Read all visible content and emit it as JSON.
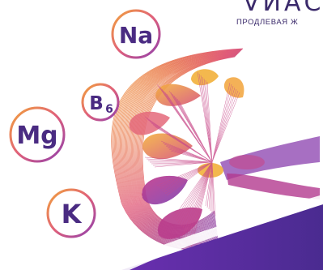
{
  "brand": {
    "wordmark": "VИАС",
    "tagline": "ПРОДЛЕВАЯ Ж"
  },
  "badges": [
    {
      "id": "na",
      "label": "Na",
      "sub": ""
    },
    {
      "id": "b6",
      "label": "B",
      "sub": "6"
    },
    {
      "id": "mg",
      "label": "Mg",
      "sub": ""
    },
    {
      "id": "k",
      "label": "K",
      "sub": ""
    }
  ],
  "colors": {
    "primary_purple": "#4a2b82",
    "ring_gradient_start": "#f2a33a",
    "ring_gradient_end": "#b33a8f",
    "band_purple": "#5b2d9e",
    "accent_orange": "#f2a33a",
    "accent_magenta": "#c2378a"
  }
}
